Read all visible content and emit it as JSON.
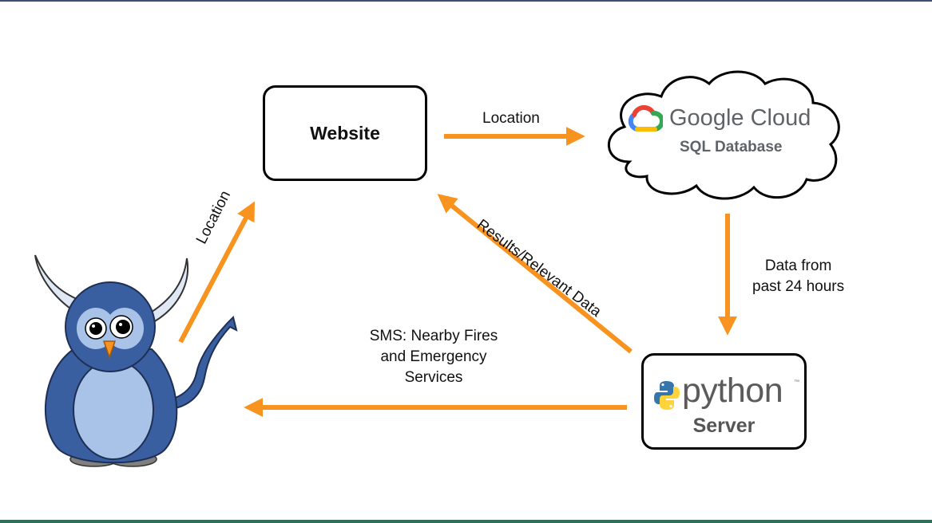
{
  "nodes": {
    "website": "Website",
    "cloud_brand": "Google Cloud",
    "cloud_service": "SQL Database",
    "python_brand": "python",
    "python_tm": "™",
    "server": "Server"
  },
  "edges": {
    "website_to_cloud": "Location",
    "cloud_to_server_line1": "Data from",
    "cloud_to_server_line2": "past 24 hours",
    "server_to_website": "Results/Relevant Data",
    "server_to_user_line1": "SMS: Nearby Fires",
    "server_to_user_line2": "and Emergency",
    "server_to_user_line3": "Services",
    "user_to_website": "Location"
  },
  "colors": {
    "arrow": "#f7931e",
    "owl_body": "#3a5fa0",
    "owl_belly": "#a9c3e8",
    "horn": "#dfe8f4"
  },
  "icons": [
    "google-cloud-logo-icon",
    "python-logo-icon",
    "owl-mascot-icon"
  ]
}
